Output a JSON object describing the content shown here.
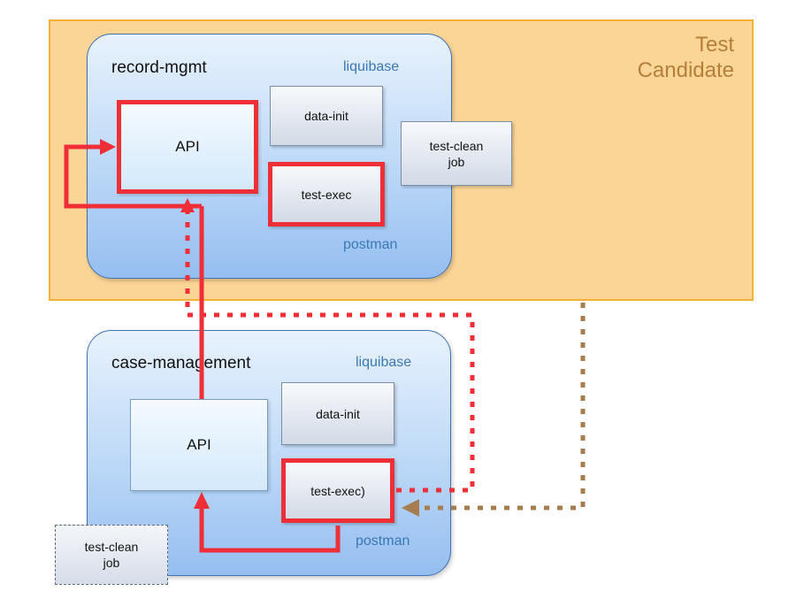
{
  "candidate": {
    "label_line1": "Test",
    "label_line2": "Candidate"
  },
  "record_mgmt": {
    "title": "record-mgmt",
    "tag_top": "liquibase",
    "tag_bottom": "postman",
    "api_label": "API",
    "data_init_label": "data-init",
    "test_exec_label": "test-exec"
  },
  "candidate_job": {
    "line1": "test-clean",
    "line2": "job"
  },
  "case_management": {
    "title": "case-management",
    "tag_top": "liquibase",
    "tag_bottom": "postman",
    "api_label": "API",
    "data_init_label": "data-init",
    "test_exec_label": "test-exec)"
  },
  "external_job": {
    "line1": "test-clean",
    "line2": "job"
  },
  "colors": {
    "candidate_fill": "#fbd596",
    "highlight": "#ee2f37",
    "trigger_dotted": "#a57d4f",
    "service_border": "#3f71b3"
  }
}
